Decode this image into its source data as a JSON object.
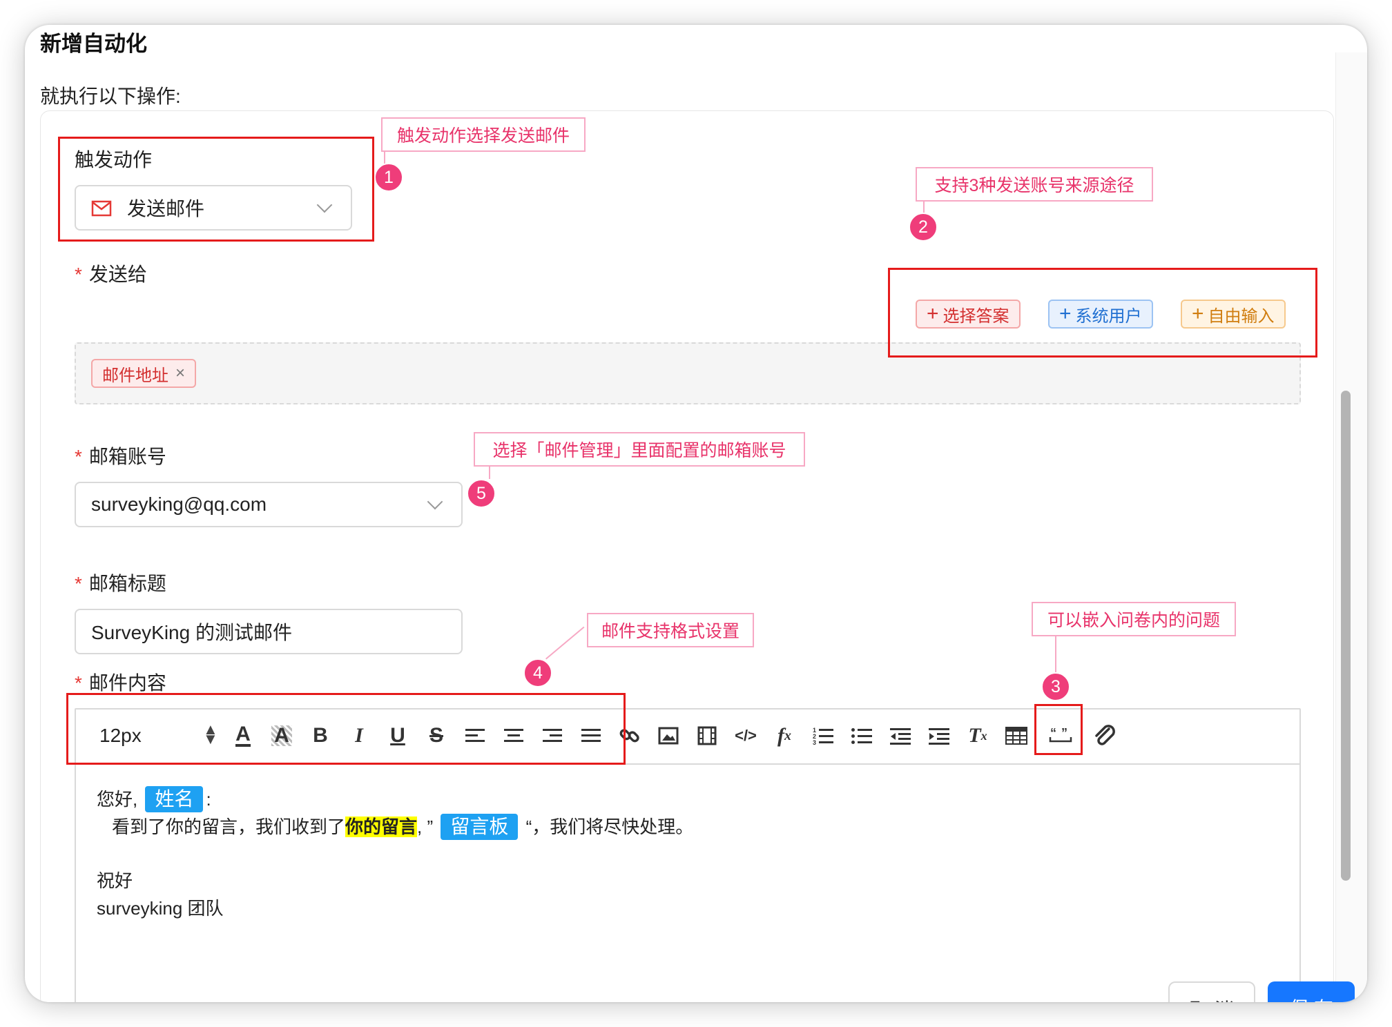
{
  "dialog": {
    "title": "新增自动化",
    "subtitle": "就执行以下操作:"
  },
  "trigger": {
    "label": "触发动作",
    "value": "发送邮件"
  },
  "send_to": {
    "label": "发送给",
    "buttons": [
      "选择答案",
      "系统用户",
      "自由输入"
    ],
    "chips": [
      "邮件地址"
    ]
  },
  "mail_account": {
    "label": "邮箱账号",
    "value": "surveyking@qq.com"
  },
  "mail_subject": {
    "label": "邮箱标题",
    "value": "SurveyKing 的测试邮件"
  },
  "mail_content": {
    "label": "邮件内容",
    "font_size": "12px",
    "body": {
      "greeting_prefix": "您好,",
      "var_name": "姓名",
      "greeting_suffix": ":",
      "line2_prefix": "看到了你的留言，我们收到了",
      "line2_highlight": "你的留言",
      "line2_mid": ", ”",
      "var_board": "留言板",
      "line2_suffix": "“，我们将尽快处理。",
      "closing": "祝好",
      "signature": "surveyking 团队"
    }
  },
  "annotations": {
    "a1": "触发动作选择发送邮件",
    "a2": "支持3种发送账号来源途径",
    "a3": "可以嵌入问卷内的问题",
    "a4": "邮件支持格式设置",
    "a5": "选择「邮件管理」里面配置的邮箱账号",
    "n1": "1",
    "n2": "2",
    "n3": "3",
    "n4": "4",
    "n5": "5"
  },
  "footer": {
    "cancel": "取 消",
    "save": "保 存"
  },
  "colors": {
    "annotation_red": "#e51b1b",
    "annotation_pink": "#ef3d7a",
    "primary": "#1677ff",
    "variable_tag": "#1ea1f2"
  }
}
